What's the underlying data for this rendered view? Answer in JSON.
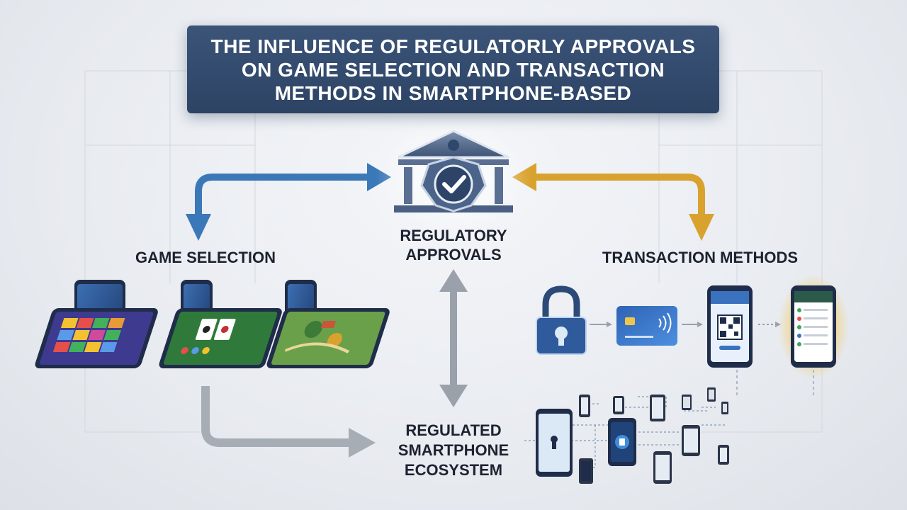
{
  "title": {
    "lines": [
      "THE INFLUENCE OF REGULATORLY APPROVALS",
      "ON GAME SELECTION AND TRANSACTION",
      "METHODS IN SMARTPHONE-BASED"
    ]
  },
  "nodes": {
    "regulatory": {
      "line1": "REGULATORY",
      "line2": "APPROVALS",
      "icon": "bank-checkmark-icon"
    },
    "game_selection": {
      "label": "GAME SELECTION",
      "icon": "game-phones-icon"
    },
    "transaction_methods": {
      "label": "TRANSACTION METHODS",
      "icon": "payment-icons"
    },
    "ecosystem": {
      "line1": "REGULATED",
      "line2": "SMARTPHONE",
      "line3": "ECOSYSTEM",
      "icon": "device-network-icon"
    }
  },
  "colors": {
    "title_bg": "#2f476a",
    "arrow_blue": "#3b78b8",
    "arrow_gold": "#d9a22e",
    "arrow_gray": "#9aa1aa",
    "phone_dark": "#1f2d4a"
  }
}
